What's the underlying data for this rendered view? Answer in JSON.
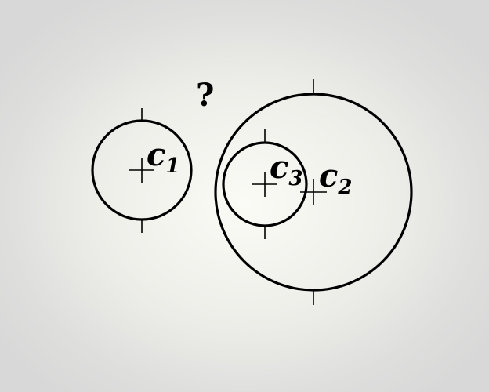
{
  "diagram": {
    "question_mark": "?",
    "circles": [
      {
        "id": "c1",
        "label_letter": "c",
        "label_subscript": "1"
      },
      {
        "id": "c2",
        "label_letter": "c",
        "label_subscript": "2"
      },
      {
        "id": "c3",
        "label_letter": "c",
        "label_subscript": "3"
      }
    ]
  }
}
